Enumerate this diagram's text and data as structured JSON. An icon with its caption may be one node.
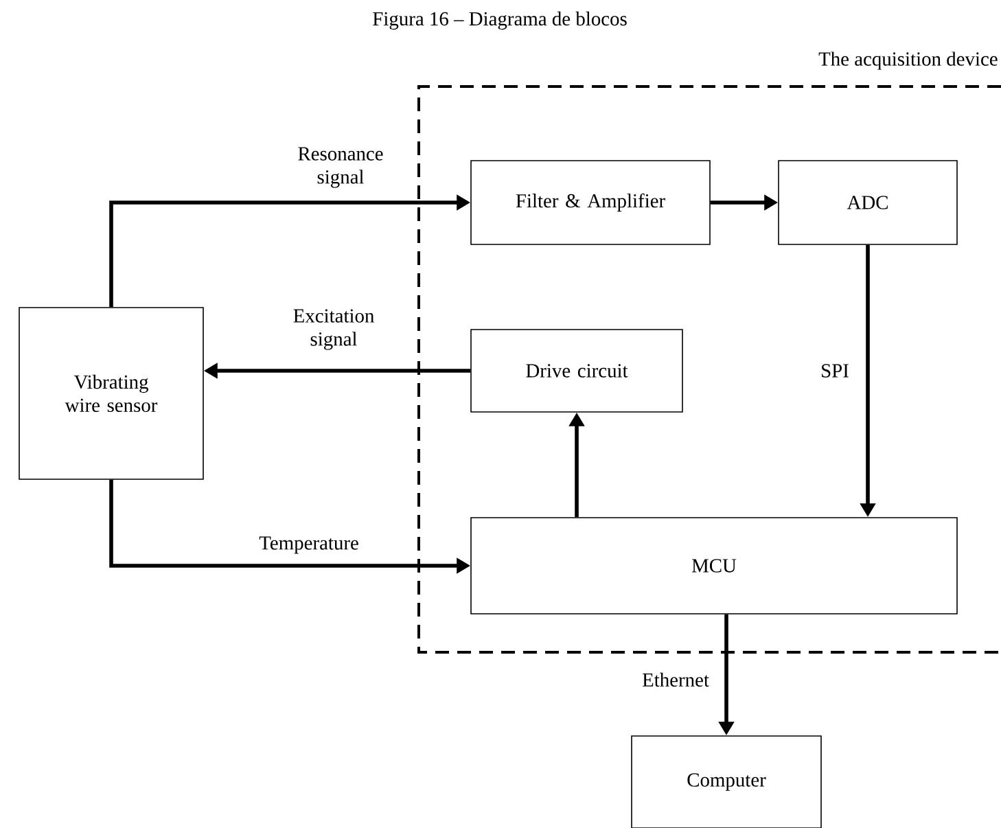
{
  "diagram": {
    "title": "Figura 16 – Diagrama de blocos",
    "nodes": [
      {
        "text": [
          "The acquisition device"
        ]
      },
      {
        "text": [
          "Vibrating wire sensor"
        ]
      },
      {
        "text": [
          "Filter & Amplifier"
        ],
        "in": 0
      },
      {
        "text": [
          "ADC"
        ],
        "in": 0
      },
      {
        "text": [
          "Drive circuit"
        ],
        "in": 0
      },
      {
        "text": [
          "MCU"
        ],
        "in": 0
      },
      {
        "text": [
          "Computer"
        ]
      }
    ],
    "edges": [
      {
        "from": 1,
        "to": 2,
        "arrow": "to",
        "label": "Resonance signal"
      },
      {
        "from": 2,
        "to": 3,
        "arrow": "to"
      },
      {
        "from": 3,
        "to": 5,
        "arrow": "to",
        "label": "SPI"
      },
      {
        "from": 4,
        "to": 1,
        "arrow": "to",
        "label": "Excitation signal"
      },
      {
        "from": 5,
        "to": 4,
        "arrow": "to"
      },
      {
        "from": 1,
        "to": 5,
        "arrow": "to",
        "label": "Temperature"
      },
      {
        "from": 5,
        "to": 6,
        "arrow": "to",
        "label": "Ethernet"
      }
    ]
  }
}
